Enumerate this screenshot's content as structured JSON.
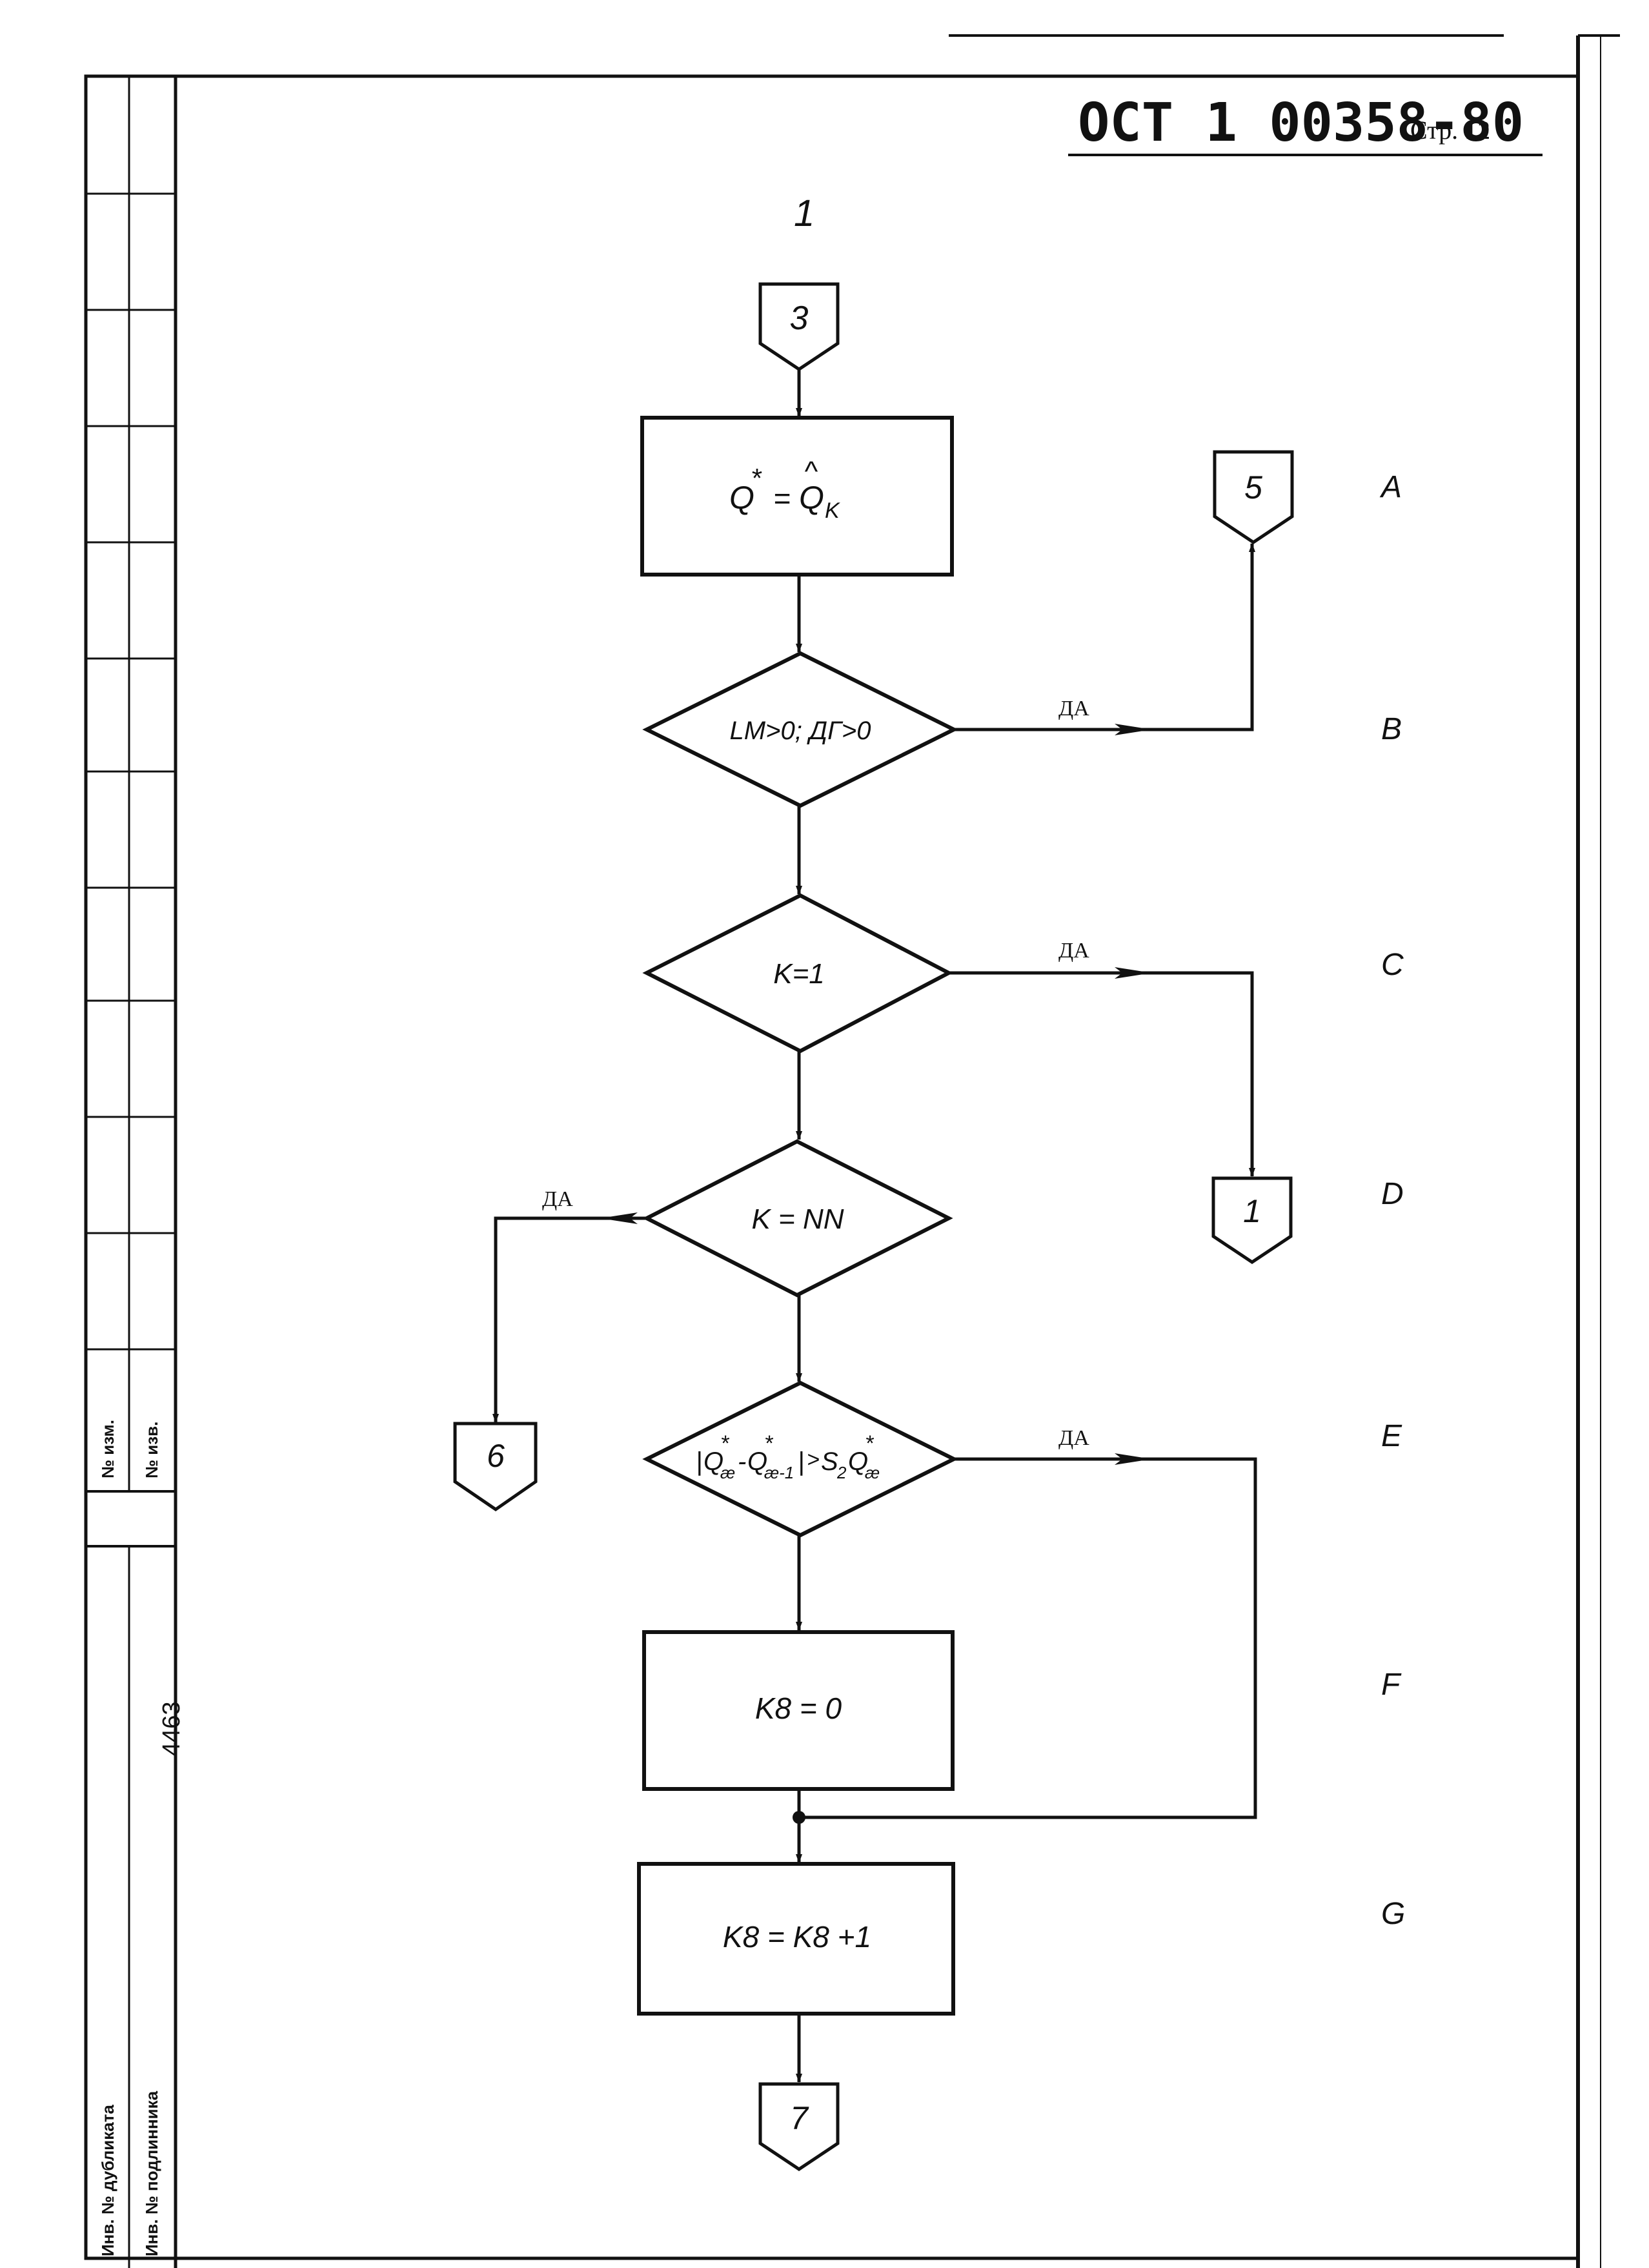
{
  "document": {
    "code": "ОСТ 1 00358-80",
    "page_label": "Стр. 12",
    "sheet_number": "1"
  },
  "side_stamp": {
    "change_no_label": "№ изм.",
    "notice_no_label": "№ изв.",
    "duplicate_inv_label": "Инв. № дубликата",
    "original_inv_label": "Инв. № подлинника",
    "original_inv_value": "4463"
  },
  "flowchart": {
    "connector_in": "3",
    "box_q": {
      "lhs": "Q",
      "sup": "*",
      "eq": "=",
      "rhs": "Q",
      "hat": "^",
      "sub": "K"
    },
    "connector_5": "5",
    "decision_lm": "LM>0; ДГ>0",
    "decision_k1": "K=1",
    "connector_1": "1",
    "decision_knn": "K = NN",
    "connector_6": "6",
    "decision_diff": {
      "bar_open": "|",
      "q1": "Q",
      "q1_sup": "*",
      "q1_sub": "æ",
      "minus": "-",
      "q2": "Q",
      "q2_sup": "*",
      "q2_sub": "æ-1",
      "bar_close": "|",
      "gt": ">",
      "s": "S",
      "s_sub": "2",
      "q3": "Q",
      "q3_sup": "*",
      "q3_sub": "æ"
    },
    "box_k8_zero": "K8 = 0",
    "box_k8_inc": "K8 = K8 +1",
    "connector_7": "7",
    "yes_label": "ДА"
  },
  "row_labels": [
    "A",
    "B",
    "C",
    "D",
    "E",
    "F",
    "G"
  ]
}
